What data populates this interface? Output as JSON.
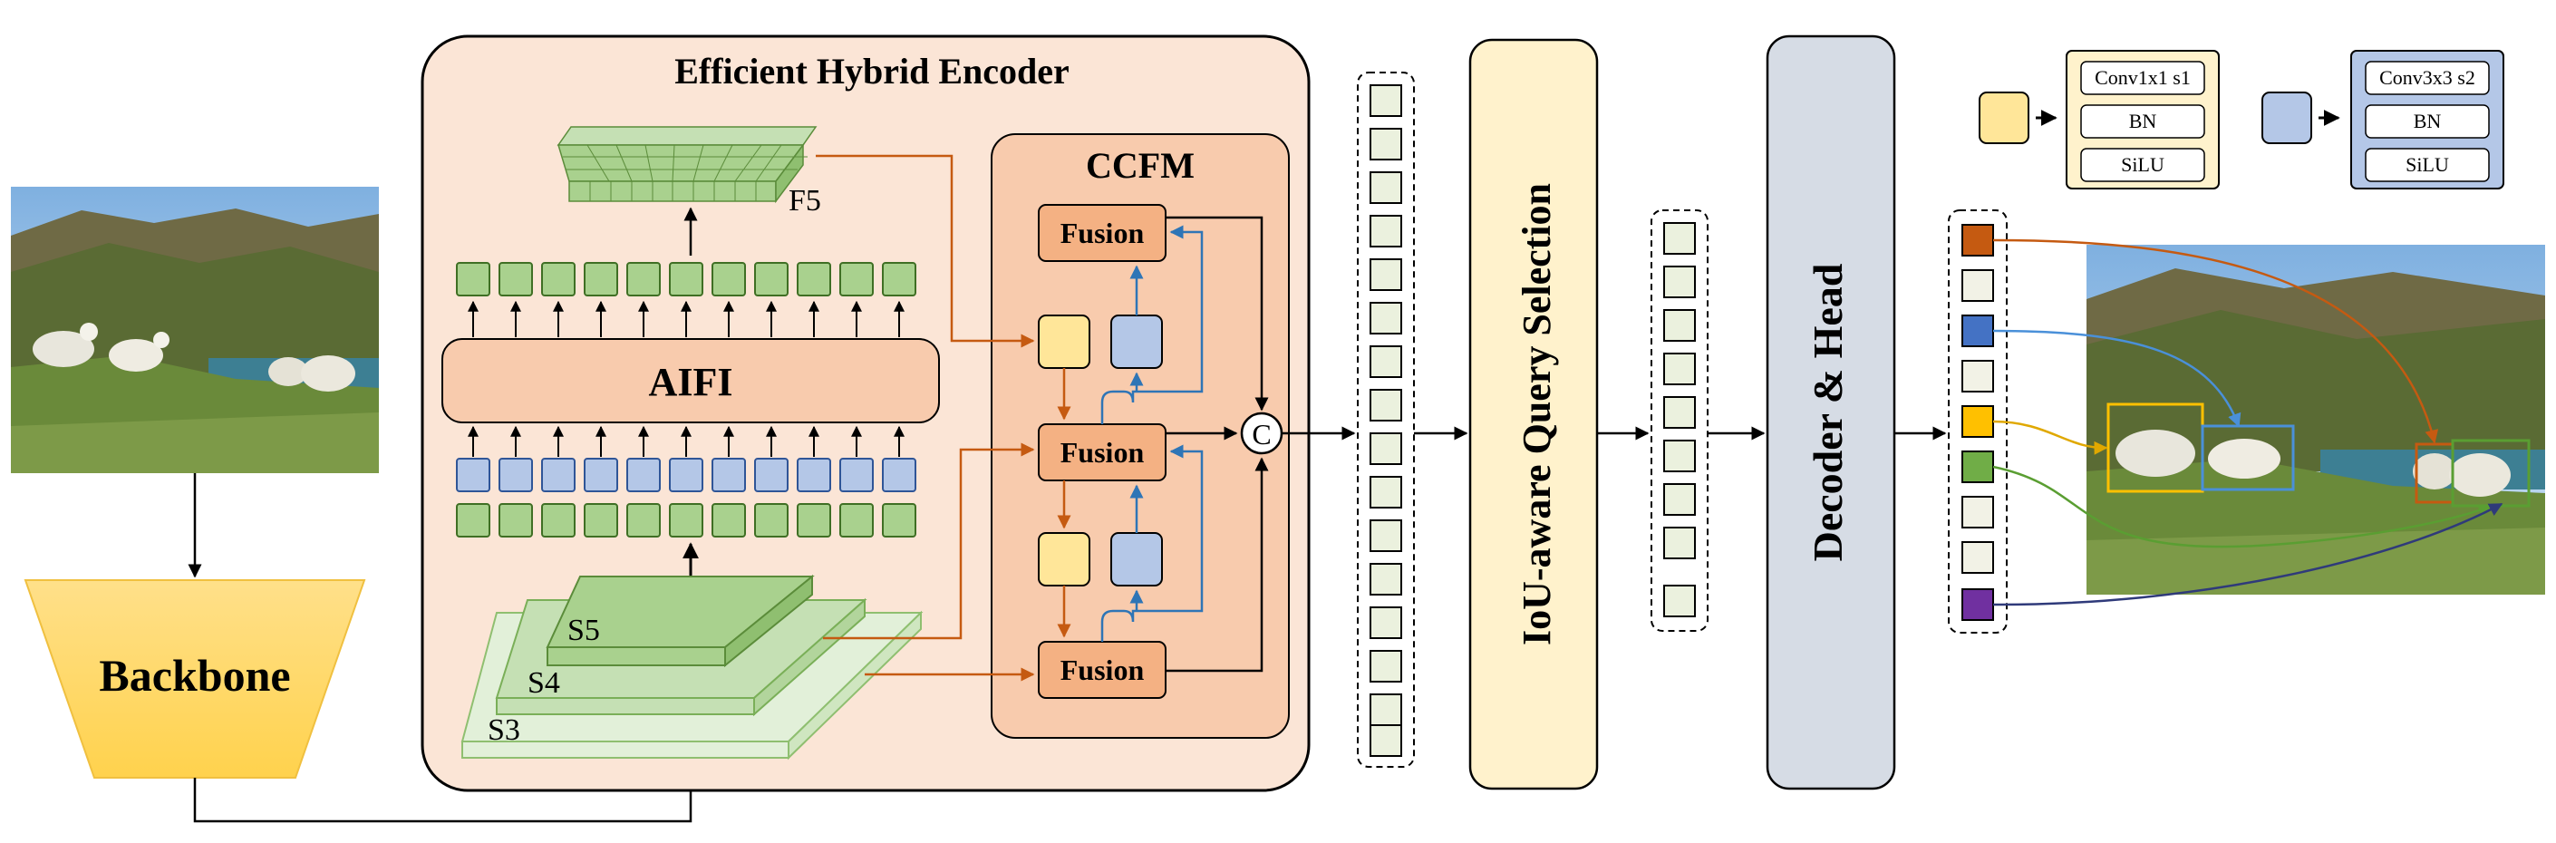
{
  "encoder": {
    "title": "Efficient Hybrid Encoder"
  },
  "backbone": {
    "label": "Backbone"
  },
  "aifi": {
    "label": "AIFI"
  },
  "ccfm": {
    "title": "CCFM"
  },
  "fusion": {
    "label": "Fusion"
  },
  "concat": {
    "symbol": "C"
  },
  "features": {
    "f5": "F5",
    "s5": "S5",
    "s4": "S4",
    "s3": "S3"
  },
  "query_selection": {
    "label": "IoU-aware Query Selection"
  },
  "decoder": {
    "label": "Decoder & Head"
  },
  "legend": {
    "conv1": {
      "layers": [
        "Conv1x1 s1",
        "BN",
        "SiLU"
      ]
    },
    "conv3": {
      "layers": [
        "Conv3x3 s2",
        "BN",
        "SiLU"
      ]
    }
  },
  "colors": {
    "encoder_bg": "#fbe5d6",
    "ccfm_bg": "#f8cbad",
    "fusion": "#f4b183",
    "green_token": "#a9d18e",
    "blue_token": "#b4c7e7",
    "yellow_block": "#ffe699",
    "query_selection_bg": "#fff2cc",
    "decoder_bg": "#d6dce5",
    "backbone": "#ffd966",
    "red_arrow": "#c55a11",
    "blue_arrow": "#2e75b6",
    "query_colors": [
      "#c55a11",
      "#f2f2e6",
      "#4472c4",
      "#f2f2e6",
      "#ffc000",
      "#70ad47",
      "#f2f2e6",
      "#7030a0"
    ]
  }
}
